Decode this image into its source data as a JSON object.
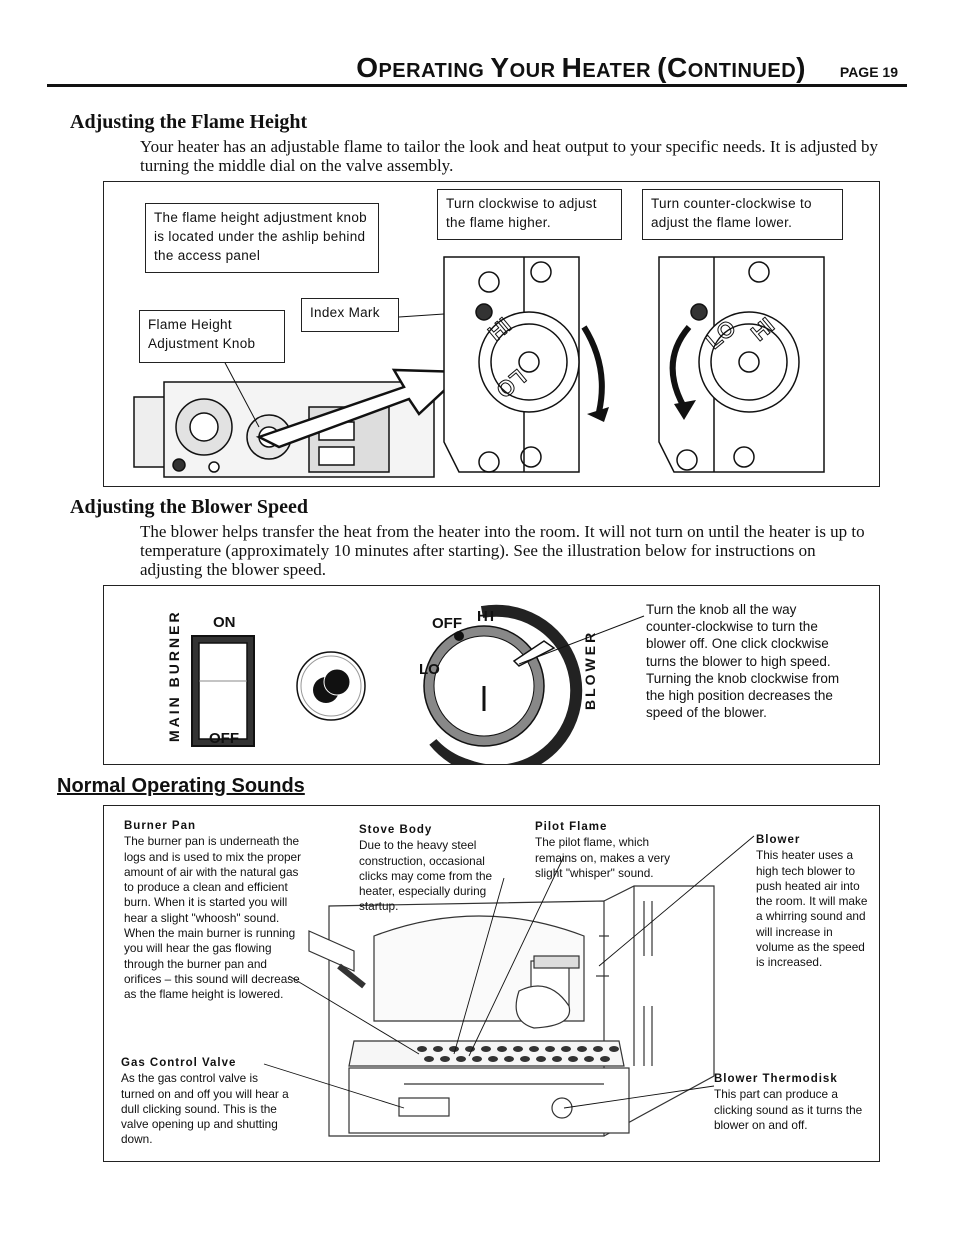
{
  "header": {
    "title_parts": [
      {
        "big": "O",
        "small": "PERATING "
      },
      {
        "big": "Y",
        "small": "OUR "
      },
      {
        "big": "H",
        "small": "EATER "
      },
      {
        "big": "(C",
        "small": "ONTINUED"
      },
      {
        "big": ")",
        "small": ""
      }
    ],
    "page_label": "PAGE 19"
  },
  "flame": {
    "heading": "Adjusting the Flame Height",
    "body": "Your heater has an adjustable flame to tailor the look and heat output to your specific needs.  It is adjusted by turning the middle dial on the valve assembly.",
    "callout_location": "The flame height adjustment knob is located under the ashlip behind the access panel",
    "callout_clockwise": "Turn clockwise to adjust the flame higher.",
    "callout_counter": "Turn counter-clockwise to adjust the flame lower.",
    "callout_index": "Index Mark",
    "callout_knob": "Flame Height Adjustment Knob",
    "dial_hi": "HI",
    "dial_lo": "LO"
  },
  "blower": {
    "heading": "Adjusting the Blower Speed",
    "body": "The blower helps transfer the heat from the heater into the room.  It will not turn on until the heater is up to temperature (approximately 10 minutes after starting).  See the illustration below for instructions on adjusting the blower speed.",
    "switch_vertical": "MAIN BURNER",
    "switch_on": "ON",
    "switch_off": "OFF",
    "knob_off": "OFF",
    "knob_hi": "HI",
    "knob_lo": "LO",
    "knob_vertical": "BLOWER",
    "note": "Turn the knob all the way counter-clockwise to turn the blower off.  One click clockwise turns the blower to high speed.  Turning the knob clockwise from the high position decreases the speed of the blower."
  },
  "sounds": {
    "heading": "Normal Operating Sounds",
    "burner_pan_title": "Burner Pan",
    "burner_pan_text": "The burner pan is underneath the logs and is used to mix the proper amount of air with the natural gas to produce a clean and efficient burn.  When it is started you will hear a slight \"whoosh\" sound.  When the main burner is running you will hear the gas flowing through the burner pan and orifices – this sound will decrease as the flame height is lowered.",
    "stove_body_title": "Stove Body",
    "stove_body_text": "Due to the heavy steel construction, occasional clicks may come from the heater, especially during startup.",
    "pilot_title": "Pilot Flame",
    "pilot_text": "The pilot flame, which remains on, makes a very slight \"whisper\" sound.",
    "blower_title": "Blower",
    "blower_text": "This heater uses a high tech blower to push heated air into the room.  It will make a whirring sound and will increase in volume as the speed is increased.",
    "gas_title": "Gas Control Valve",
    "gas_text": "As the gas control valve is turned on and off you will hear a dull clicking sound.  This is the valve opening up and shutting down.",
    "thermo_title": "Blower Thermodisk",
    "thermo_text": "This part can produce a clicking sound  as it turns the blower on and off."
  }
}
